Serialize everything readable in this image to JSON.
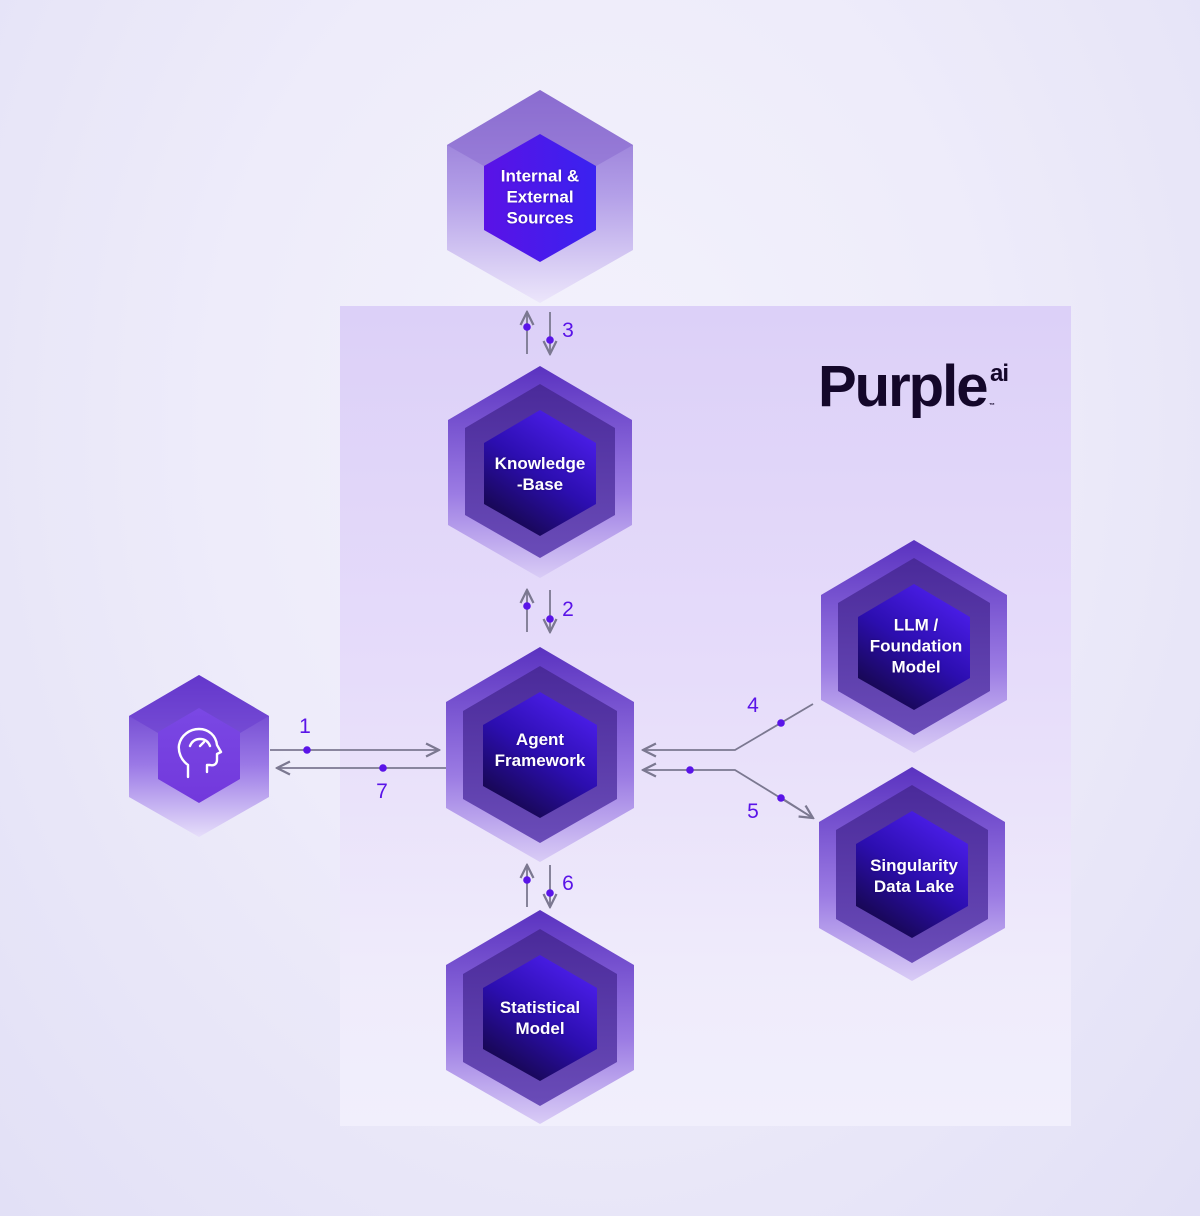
{
  "brand": {
    "name": "Purple",
    "suffix": "ai",
    "trademark": "™"
  },
  "nodes": {
    "sources": {
      "label": "Internal &\nExternal\nSources"
    },
    "knowledge_base": {
      "label": "Knowledge\n-Base"
    },
    "agent_framework": {
      "label": "Agent\nFramework"
    },
    "statistical_model": {
      "label": "Statistical\nModel"
    },
    "llm": {
      "label": "LLM /\nFoundation\nModel"
    },
    "data_lake": {
      "label": "Singularity\nData Lake"
    },
    "user": {
      "icon": "user-head-gauge-icon"
    }
  },
  "flows": {
    "step1": "1",
    "step2": "2",
    "step3": "3",
    "step4": "4",
    "step5": "5",
    "step6": "6",
    "step7": "7"
  },
  "colors": {
    "accent": "#5a14e8",
    "connector": "#7b7890",
    "hex_core": "#3a12d8",
    "panel": "#ddd2f8"
  }
}
